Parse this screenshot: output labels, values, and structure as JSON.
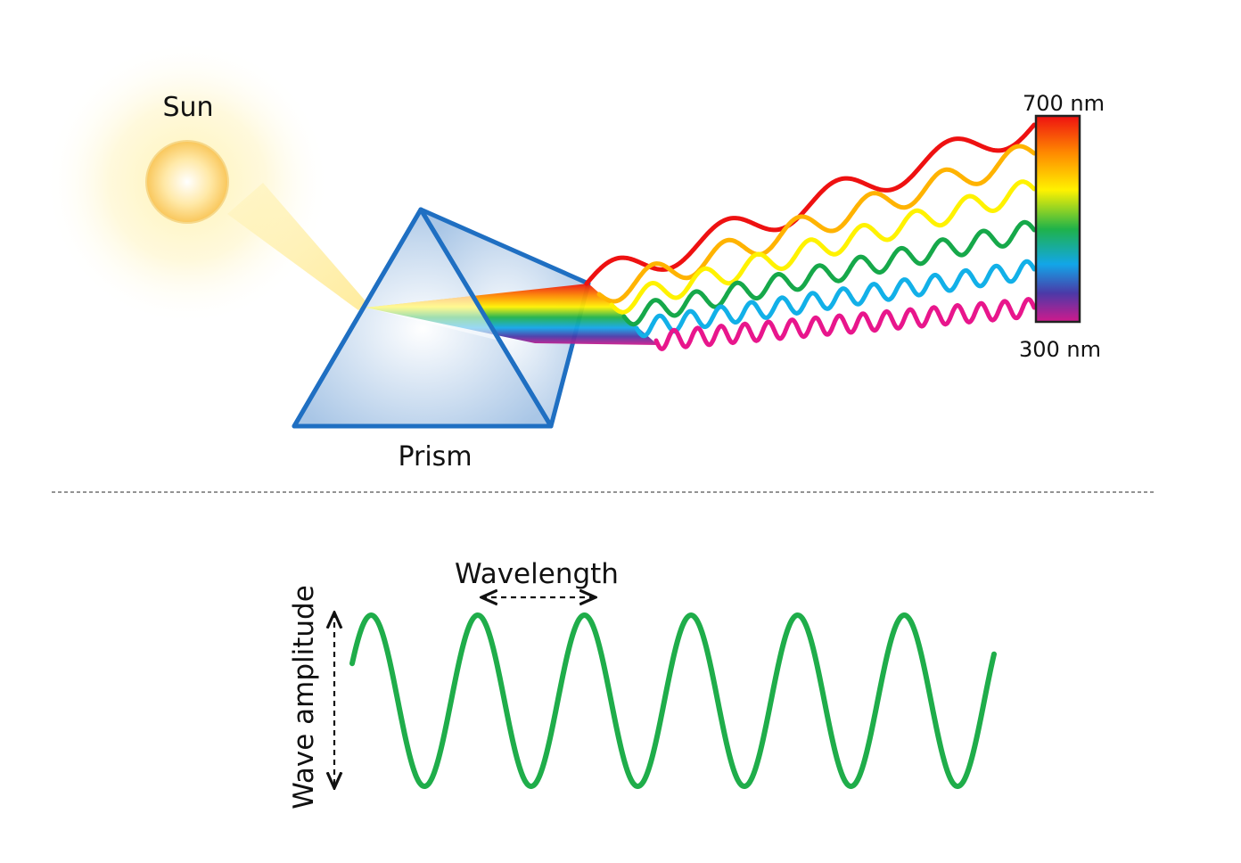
{
  "labels": {
    "sun": "Sun",
    "prism": "Prism",
    "scale_top": "700 nm",
    "scale_bottom": "300 nm",
    "wavelength": "Wavelength",
    "amplitude": "Wave amplitude"
  },
  "spectrum_waves": [
    {
      "color": "#ee1111"
    },
    {
      "color": "#ffb300"
    },
    {
      "color": "#fff200"
    },
    {
      "color": "#16a84a"
    },
    {
      "color": "#12b0e8"
    },
    {
      "color": "#e8168c"
    }
  ],
  "scale_gradient": [
    "#ee1111",
    "#ff8a00",
    "#fff200",
    "#1fb24a",
    "#12a6e8",
    "#4a3aa8",
    "#d01a8c"
  ],
  "bottom_wave": {
    "color": "#1fad4a",
    "cycles": 6
  }
}
